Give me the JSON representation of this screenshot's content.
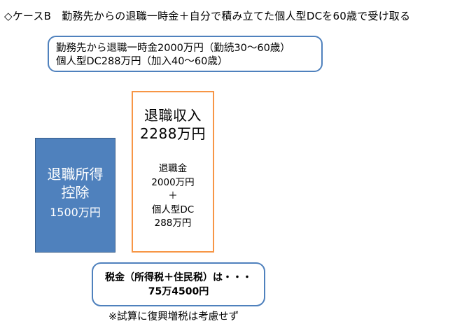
{
  "title": "◇ケースB　勤務先からの退職一時金＋自分で積み立てた個人型DCを60歳で受け取る",
  "info_box": {
    "line1": "勤務先から退職一時金2000万円（勤続30～60歳）",
    "line2": "個人型DC288万円（加入40～60歳）"
  },
  "deduction": {
    "label": "退職所得控除",
    "amount": "1500万円"
  },
  "income": {
    "label": "退職収入",
    "total": "2288万円",
    "lump_label": "退職金",
    "lump_amount": "2000万円",
    "plus": "＋",
    "dc_label": "個人型DC",
    "dc_amount": "288万円"
  },
  "tax": {
    "label": "税金（所得税＋住民税）は・・・",
    "amount": "75万4500円"
  },
  "note": "※試算に復興増税は考慮せず",
  "colors": {
    "blue_fill": "#4f81bd",
    "blue_border": "#385d8a",
    "orange_border": "#f79646"
  }
}
